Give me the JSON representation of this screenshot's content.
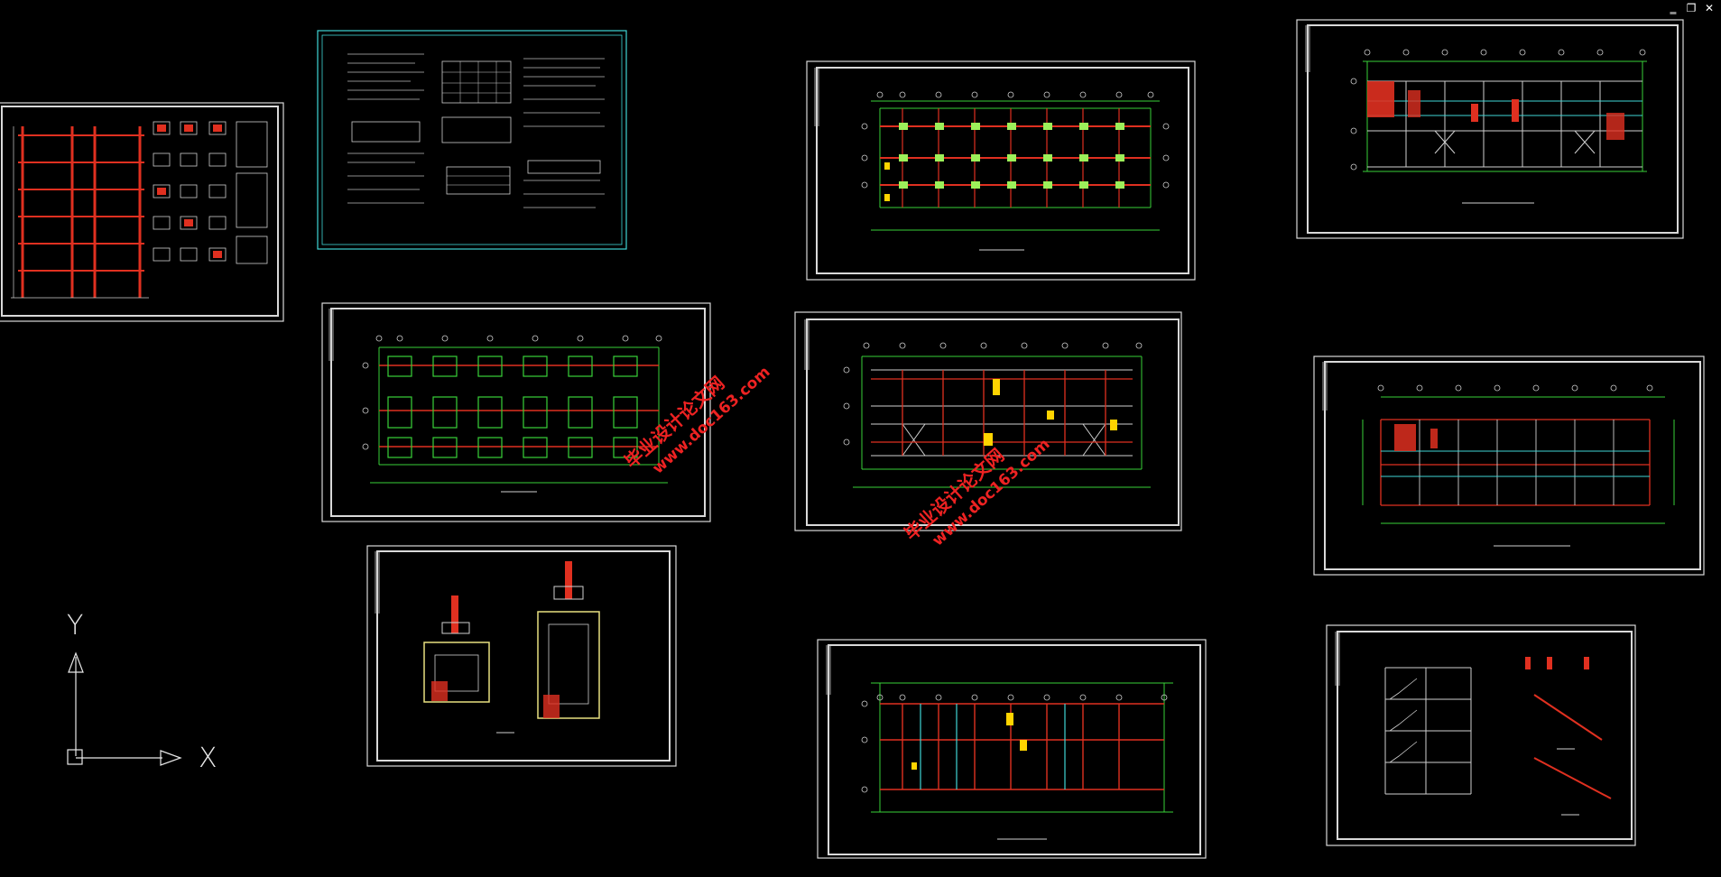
{
  "window_controls": {
    "minimize": "‗",
    "restore": "❐",
    "close": "✕"
  },
  "ucs": {
    "x_label": "X",
    "y_label": "Y"
  },
  "watermarks": [
    {
      "line1": "毕业设计论文网",
      "line2": "www.doc163.com"
    },
    {
      "line1": "毕业设计论文网",
      "line2": "www.doc163.com"
    }
  ],
  "colors": {
    "background": "#000000",
    "grid": "#39d139",
    "beams": "#e03020",
    "frame": "#d9d9d9",
    "accent": "#3fd6d6",
    "watermark": "#e22222"
  }
}
